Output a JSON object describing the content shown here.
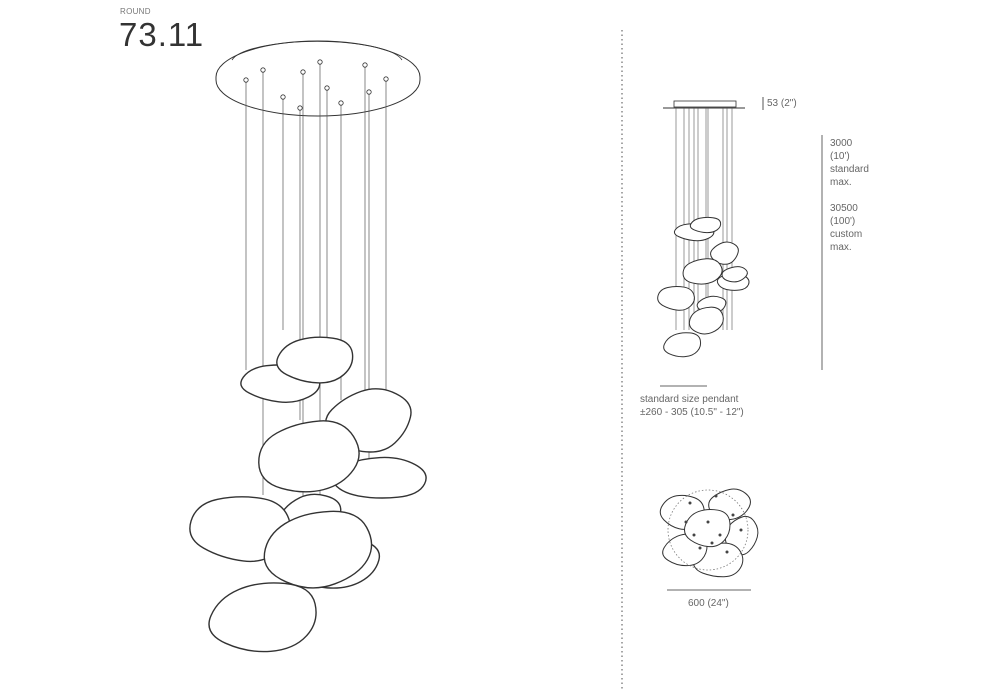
{
  "header": {
    "subtitle": "ROUND",
    "title": "73.11"
  },
  "dimensions": {
    "canopy_height": "53 (2\")",
    "standard_length": [
      "3000",
      "(10')",
      "standard",
      "max."
    ],
    "custom_length": [
      "30500",
      "(100')",
      "custom",
      "max."
    ],
    "pendant_label": "standard size pendant",
    "pendant_size": "±260 - 305 (10.5\" - 12\")",
    "diameter": "600 (24\")"
  },
  "colors": {
    "line": "#333333",
    "wire": "#555555",
    "divider": "#888888"
  }
}
